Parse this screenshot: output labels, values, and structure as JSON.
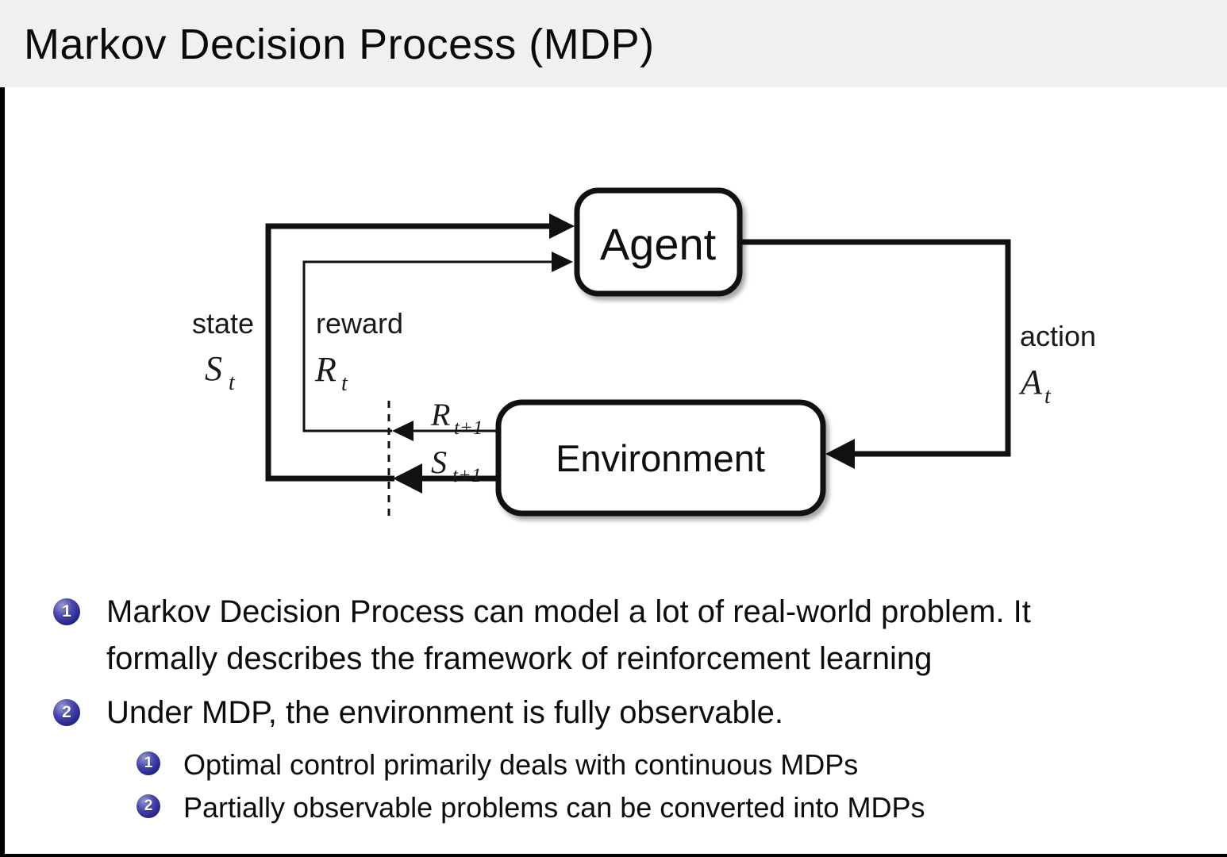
{
  "colors": {
    "title_band": "#f0f0f0",
    "background": "#ffffff",
    "bullet_ball": "#28288c",
    "line": "#111111",
    "text": "#0d0d0d"
  },
  "title": {
    "text": "Markov Decision Process (MDP)"
  },
  "diagram": {
    "agent": "Agent",
    "environment": "Environment",
    "state": {
      "label": "state",
      "symbol": "S",
      "subscript": "t"
    },
    "reward": {
      "label": "reward",
      "symbol": "R",
      "subscript": "t"
    },
    "action": {
      "label": "action",
      "symbol": "A",
      "subscript": "t"
    },
    "next_reward": {
      "symbol": "R",
      "subscript": "t+1"
    },
    "next_state": {
      "symbol": "S",
      "subscript": "t+1"
    }
  },
  "bullets": [
    {
      "number": "1",
      "lines": [
        "Markov Decision Process can model a lot of real-world problem. It",
        "formally describes the framework of reinforcement learning"
      ]
    },
    {
      "number": "2",
      "lines": [
        "Under MDP, the environment is fully observable."
      ]
    }
  ],
  "sub_bullets": [
    {
      "number": "1",
      "text": "Optimal control primarily deals with continuous MDPs"
    },
    {
      "number": "2",
      "text": "Partially observable problems can be converted into MDPs"
    }
  ]
}
